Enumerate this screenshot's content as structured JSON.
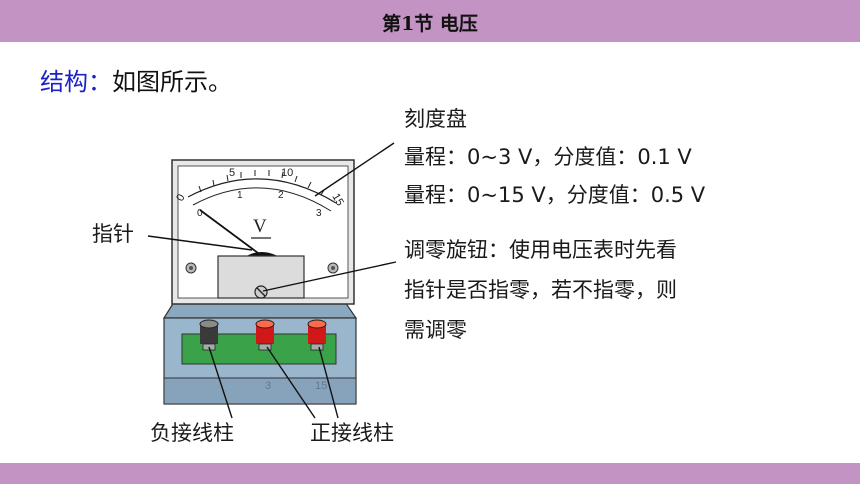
{
  "header": {
    "title": "第1节  电压"
  },
  "heading": {
    "key": "结构：",
    "text": "如图所示。"
  },
  "annotations": {
    "dial": "刻度盘",
    "range1": "量程：0~3 V，分度值：0.1 V",
    "range2": "量程：0~15 V，分度值：0.5 V",
    "pointer": "指针",
    "zero_knob_line1": "调零旋钮：使用电压表时先看",
    "zero_knob_line2": "指针是否指零，若不指零，则",
    "zero_knob_line3": "需调零",
    "neg_terminal": "负接线柱",
    "pos_terminal": "正接线柱"
  },
  "meter": {
    "outer_scale": [
      "0",
      "5",
      "10",
      "15"
    ],
    "inner_scale": [
      "0",
      "1",
      "2",
      "3"
    ],
    "unit": "V",
    "base_labels": [
      "3",
      "15"
    ]
  },
  "colors": {
    "band": "#c393c4",
    "accent": "#1a22c8"
  }
}
